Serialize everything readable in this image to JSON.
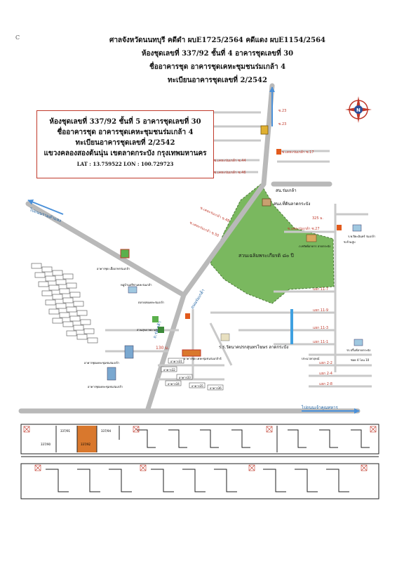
{
  "header": {
    "mark": "C",
    "line1": "ศาลจังหวัดนนทบุรี คดีดำ ผบE1725/2564 คดีแดง ผบE1154/2564",
    "line2": "ห้องชุดเลขที่ 337/92 ชั้นที่ 4 อาคารชุดเลขที่ 30",
    "line3": "ชื่ออาคารชุด อาคารชุดเคหะชุมชนร่มเกล้า 4",
    "line4": "ทะเบียนอาคารชุดเลขที่ 2/2542"
  },
  "info": {
    "line1": "ห้องชุดเลขที่ 337/92 ชั้นที่ 5 อาคารชุดเลขที่ 30",
    "line2": "ชื่ออาคารชุด อาคารชุดเคหะชุมชนร่มเกล้า 4",
    "line3": "ทะเบียนอาคารชุดเลขที่ 2/2542",
    "line4": "แขวงคลองสองต้นนุ่น เขตลาดกระบัง กรุงเทพมหานคร",
    "latlon": "LAT : 13.759522   LON : 100.729723"
  },
  "map": {
    "compass_label": "N",
    "park_label": "สวนเฉลิมพระเกียรติ ๘๐ ปี",
    "station_label": "สน.ร่มเกล้า",
    "land_office_label": "สนง.ที่ดินลาดกระบัง",
    "school_label": "ร.ร.วัดนาคปรกสุนทรโฆษร ลาดกระบัง",
    "left_arrow_label": "ไปถนนรามคำแหง",
    "bottom_arrow_label": "ไปถนนเจ้าคุณทหาร",
    "road_romklao": "ถนนร่มเกล้า",
    "road_romklao_bottom": "ถ.ร่มเกล้า",
    "distance_label": "130 ม.",
    "distance_label_2": "325 ม.",
    "soi_top_1": "ซ.23",
    "soi_top_2": "ซ.23",
    "soi_1": "ซ.เคหะร่มเกล้า ซ.17",
    "soi_2": "ซ.เคหะร่มเกล้า ซ.44",
    "soi_3": "ซ.เคหะร่มเกล้า ซ.46",
    "soi_4": "ซ.เคหะร่มเกล้า ซ.48",
    "soi_5": "ซ.เคหะร่มเกล้า ซ.50",
    "soi_6": "ซ.เคหะร่มเกล้า ซ.27",
    "soi_r1": "แยก 11-7",
    "soi_r2": "แยก 11-9",
    "soi_r3": "แยก 11-3",
    "soi_r4": "แยก 11-1",
    "soi_r5": "แยก 2-2",
    "soi_r6": "แยก 2-4",
    "soi_r7": "แยก 2-8",
    "lbl_bldg_cond": "อาคารชุด เอื้ออาทรร่มเกล้า",
    "lbl_village": "หมู่บ้านปรีชาเคหะร่มเกล้า",
    "lbl_market": "ตลาดสดเคหะร่มเกล้า",
    "lbl_hospital": "สวนสุขภาพลาดกระบัง",
    "lbl_condo_a": "อาคารชุดเคหะชุมชนร่มเกล้า",
    "lbl_condo_b": "อาคารชุดเคหะชุมชนร่มเกล้า",
    "lbl_target": "อาคารชุด เคหะชุมชนร่มเกล้า4",
    "lbl_right_1": "ภ.ทรัพย์อาคาร ลาดกระบัง",
    "lbl_right_2": "ซ.ห้ามสูบ",
    "lbl_right_3": "ร.พ.ปิยะมินทร์ ร่มเกล้า",
    "lbl_right_4": "รร.ปริ้นซ์ลาดกระบัง",
    "lbl_right_5": "ซอย 4 โอน 10",
    "lbl_right_6": "ประมวลกฤษณ์",
    "b31": "อาคาร31",
    "b32": "อาคาร32",
    "b33": "อาคาร33",
    "b34": "อาคาร34",
    "b35": "อาคาร35",
    "b36": "อาคาร36"
  },
  "floorplan": {
    "unit_a": "337/91",
    "unit_b": "337/94",
    "unit_c": "337/90",
    "unit_target": "337/92"
  },
  "colors": {
    "park": "#7ab85f",
    "road_red": "#c0392b",
    "arrow": "#4a90d9",
    "target_unit": "#d9782d",
    "water": "#3fa0e0"
  }
}
